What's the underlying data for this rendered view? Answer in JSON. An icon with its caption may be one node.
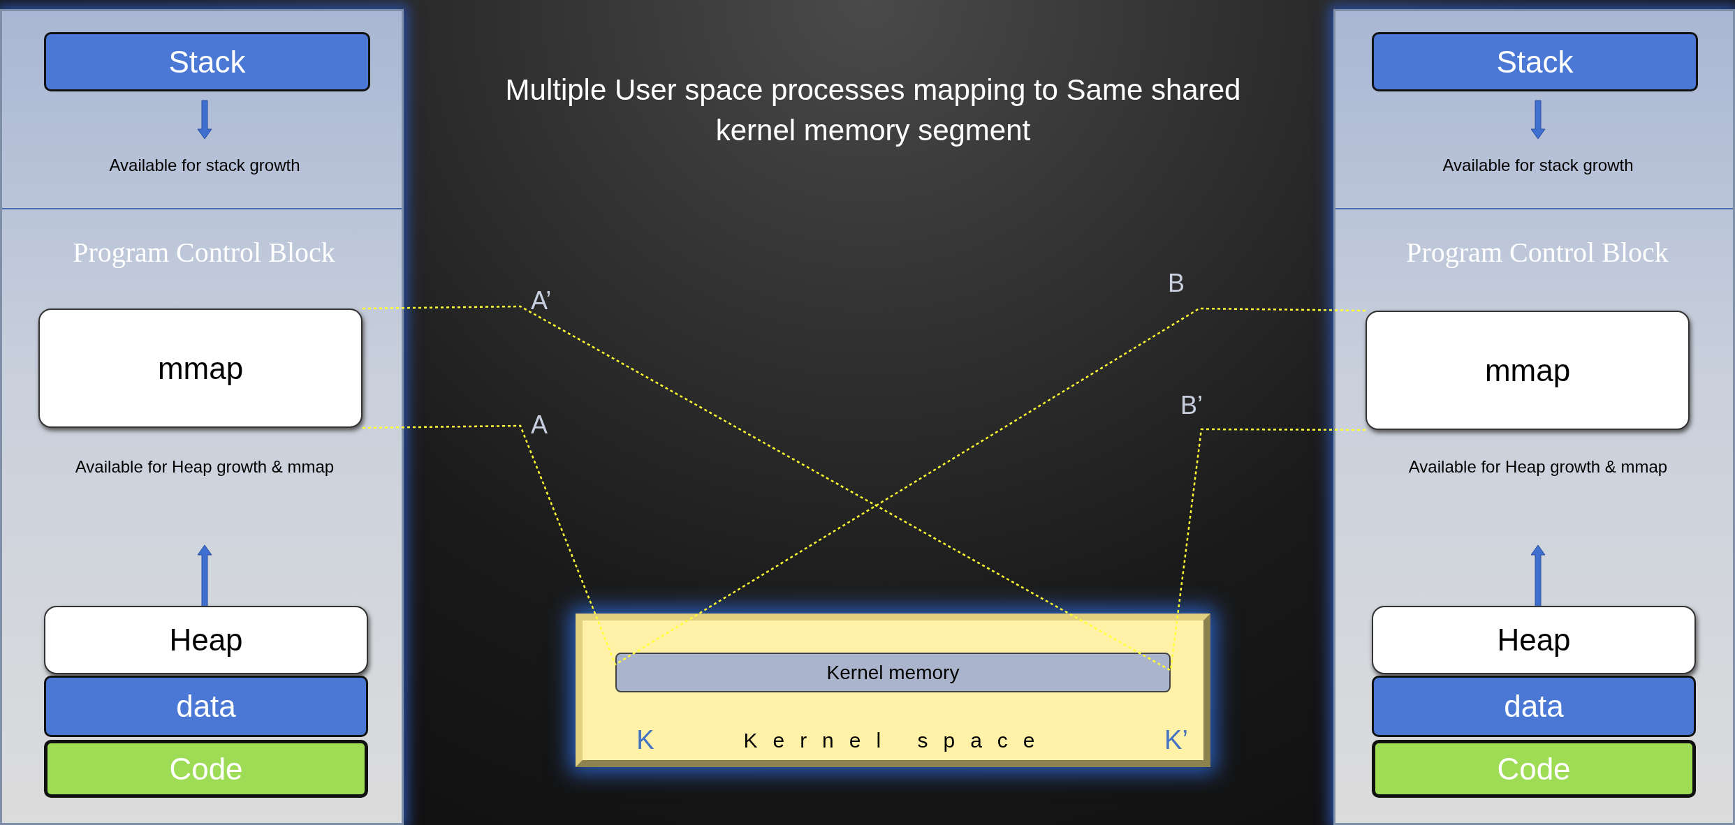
{
  "diagram": {
    "title": "Multiple User space processes mapping to Same shared kernel memory segment",
    "nodes": [
      {
        "text": [
          "Available for stack growth",
          "Program Control Block",
          "Available for Heap growth & mmap"
        ]
      },
      {
        "text": [
          "Stack"
        ],
        "in": 0
      },
      {
        "text": [
          "mmap"
        ],
        "in": 0
      },
      {
        "text": [
          "Heap"
        ],
        "in": 0
      },
      {
        "text": [
          "data"
        ],
        "in": 0
      },
      {
        "text": [
          "Code"
        ],
        "in": 0
      },
      {
        "text": [
          "Available for stack growth",
          "Program Control Block",
          "Available for Heap growth & mmap"
        ]
      },
      {
        "text": [
          "Stack"
        ],
        "in": 6
      },
      {
        "text": [
          "mmap"
        ],
        "in": 6
      },
      {
        "text": [
          "Heap"
        ],
        "in": 6
      },
      {
        "text": [
          "data"
        ],
        "in": 6
      },
      {
        "text": [
          "Code"
        ],
        "in": 6
      },
      {
        "text": [
          "K",
          "Kernel space",
          "K’"
        ]
      },
      {
        "text": [
          "Kernel memory"
        ],
        "in": 12
      }
    ],
    "edges": [
      {
        "from": 2,
        "to": 13,
        "arrow": "none",
        "label": "A’",
        "style": "dashed",
        "color": "#ffff33"
      },
      {
        "from": 2,
        "to": 13,
        "arrow": "none",
        "label": "A",
        "style": "dashed",
        "color": "#ffff33"
      },
      {
        "from": 8,
        "to": 13,
        "arrow": "none",
        "label": "B",
        "style": "dashed",
        "color": "#ffff33"
      },
      {
        "from": 8,
        "to": 13,
        "arrow": "none",
        "label": "B’",
        "style": "dashed",
        "color": "#ffff33"
      }
    ]
  }
}
